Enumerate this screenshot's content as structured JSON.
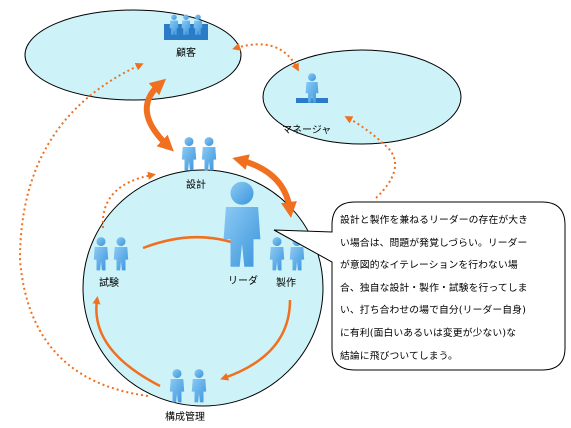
{
  "roles": {
    "customer": "顧客",
    "manager": "マネージャ",
    "design": "設計",
    "test": "試験",
    "leader": "リーダ",
    "production": "製作",
    "config_mgmt": "構成管理"
  },
  "callout_lines": [
    "設計と製作を兼ねるリーダーの存在が大き",
    "い場合は、問題が発覚しづらい。リーダー",
    "が意図的なイテレーションを行わない場",
    "合、独自な設計・製作・試験を行ってしま",
    "い、打ち合わせの場で自分(リーダー自身)",
    "に有利(面白いあるいは変更が少ない)な",
    "結論に飛びついてしまう。"
  ],
  "colors": {
    "ellipse_fill": "#cdf3f8",
    "arrow_orange": "#f07020",
    "person_blue": "#5aaee8"
  }
}
